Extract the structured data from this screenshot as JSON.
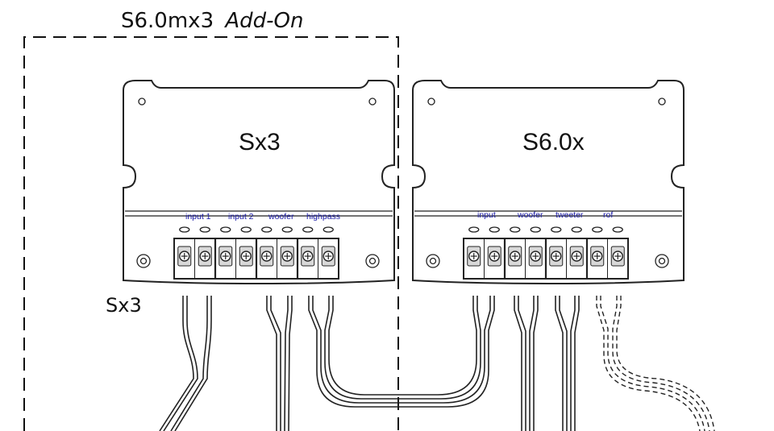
{
  "title": {
    "model": "S6.0mx3",
    "suffix": "Add-On"
  },
  "side_label": "Sx3",
  "units": [
    {
      "name": "Sx3",
      "terminals": [
        "input 1",
        "input 2",
        "woofer",
        "highpass"
      ]
    },
    {
      "name": "S6.0x",
      "terminals": [
        "input",
        "woofer",
        "tweeter",
        "rof"
      ]
    }
  ]
}
